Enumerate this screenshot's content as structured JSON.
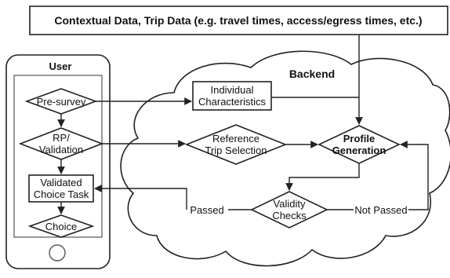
{
  "top_box": {
    "text": "Contextual Data, Trip Data (e.g. travel times, access/egress times, etc.)"
  },
  "user": {
    "title": "User",
    "presurvey": "Pre-survey",
    "rp_line1": "RP/",
    "rp_line2": "Validation",
    "validated_line1": "Validated",
    "validated_line2": "Choice Task",
    "choice": "Choice"
  },
  "backend": {
    "title": "Backend",
    "individual_line1": "Individual",
    "individual_line2": "Characteristics",
    "reference_line1": "Reference",
    "reference_line2": "Trip Selection",
    "profile_line1": "Profile",
    "profile_line2": "Generation",
    "validity_line1": "Validity",
    "validity_line2": "Checks"
  },
  "edges": {
    "passed": "Passed",
    "not_passed": "Not Passed"
  }
}
